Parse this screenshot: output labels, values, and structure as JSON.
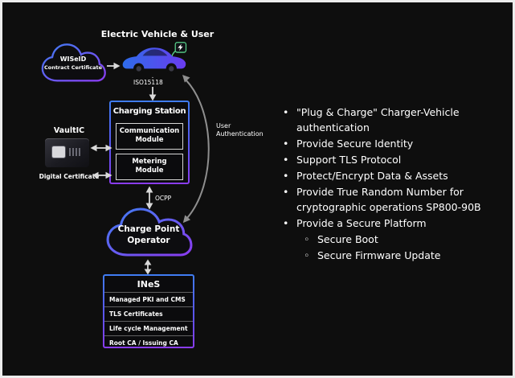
{
  "diagram": {
    "ev_user_label": "Electric Vehicle & User",
    "wiseid_cloud": {
      "line1": "WISeID",
      "line2": "Contract Certificate"
    },
    "iso_label": "ISO15118",
    "user_auth": {
      "line1": "User",
      "line2": "Authentication"
    },
    "charging_station": {
      "title": "Charging Station",
      "module1": "Communication Module",
      "module2": "Metering Module"
    },
    "vaultic_label": "VaultIC",
    "digital_certificate_label": "Digital Certificate",
    "ocpp_label": "OCPP",
    "cpo_cloud": {
      "line1": "Charge Point",
      "line2": "Operator"
    },
    "ines": {
      "title": "INeS",
      "items": [
        "Managed PKI and CMS",
        "TLS Certificates",
        "Life cycle Management",
        "Root CA / Issuing CA"
      ]
    }
  },
  "bullets": {
    "marker_level1": "•",
    "marker_level2": "◦",
    "items": [
      {
        "text": "\"Plug & Charge\" Charger-Vehicle authentication",
        "level": 1
      },
      {
        "text": "Provide Secure Identity",
        "level": 1
      },
      {
        "text": "Support TLS Protocol",
        "level": 1
      },
      {
        "text": "Protect/Encrypt Data & Assets",
        "level": 1
      },
      {
        "text": "Provide True Random Number for cryptographic operations SP800-90B",
        "level": 1
      },
      {
        "text": "Provide a Secure Platform",
        "level": 1
      },
      {
        "text": "Secure Boot",
        "level": 2
      },
      {
        "text": "Secure Firmware Update",
        "level": 2
      }
    ]
  },
  "colors": {
    "background": "#0e0e0e",
    "accent_blue": "#3f7df2",
    "accent_purple": "#8a3cf0",
    "text": "#ffffff",
    "arrow": "#d9d9d9",
    "curve_arrow": "#8f8f8f"
  }
}
